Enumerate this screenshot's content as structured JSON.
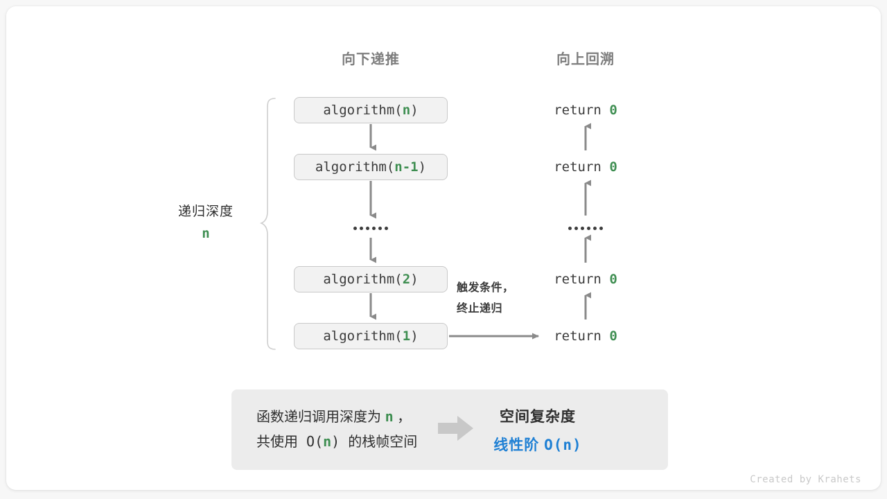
{
  "headers": {
    "down": "向下递推",
    "up": "向上回溯"
  },
  "depth": {
    "label": "递归深度",
    "value": "n"
  },
  "calls": [
    {
      "name": "algorithm(",
      "arg": "n",
      "close": ")"
    },
    {
      "name": "algorithm(",
      "arg": "n-1",
      "close": ")"
    },
    {
      "name": "algorithm(",
      "arg": "2",
      "close": ")"
    },
    {
      "name": "algorithm(",
      "arg": "1",
      "close": ")"
    }
  ],
  "ellipsis": {
    "dot_count": 6
  },
  "returns": [
    {
      "keyword": "return",
      "value": "0"
    },
    {
      "keyword": "return",
      "value": "0"
    },
    {
      "keyword": "return",
      "value": "0"
    },
    {
      "keyword": "return",
      "value": "0"
    }
  ],
  "trigger_note": {
    "line1": "触发条件，",
    "line2": "终止递归"
  },
  "summary": {
    "left_line1_pre": "函数递归调用深度为 ",
    "left_line1_var": "n",
    "left_line1_post": " ，",
    "left_line2_pre": "共使用 O(",
    "left_line2_var": "n",
    "left_line2_post": ") 的栈帧空间",
    "arrow_icon": "thick-right-arrow-icon",
    "right_title": "空间复杂度",
    "right_value_text": "线性阶 ",
    "right_value_mono": "O(n)"
  },
  "watermark": "Created by Krahets",
  "colors": {
    "green": "#3e8e51",
    "blue": "#1f80d4",
    "arrow_gray": "#8a8a8a",
    "box_fill": "#f2f2f2",
    "box_border": "#c9c9c9",
    "panel_fill": "#ececec",
    "header_gray": "#7d7d7d",
    "text_dark": "#2e2e2e",
    "watermark_gray": "#c9c9c9",
    "page_bg": "#f7f7f7",
    "card_bg": "#ffffff"
  }
}
